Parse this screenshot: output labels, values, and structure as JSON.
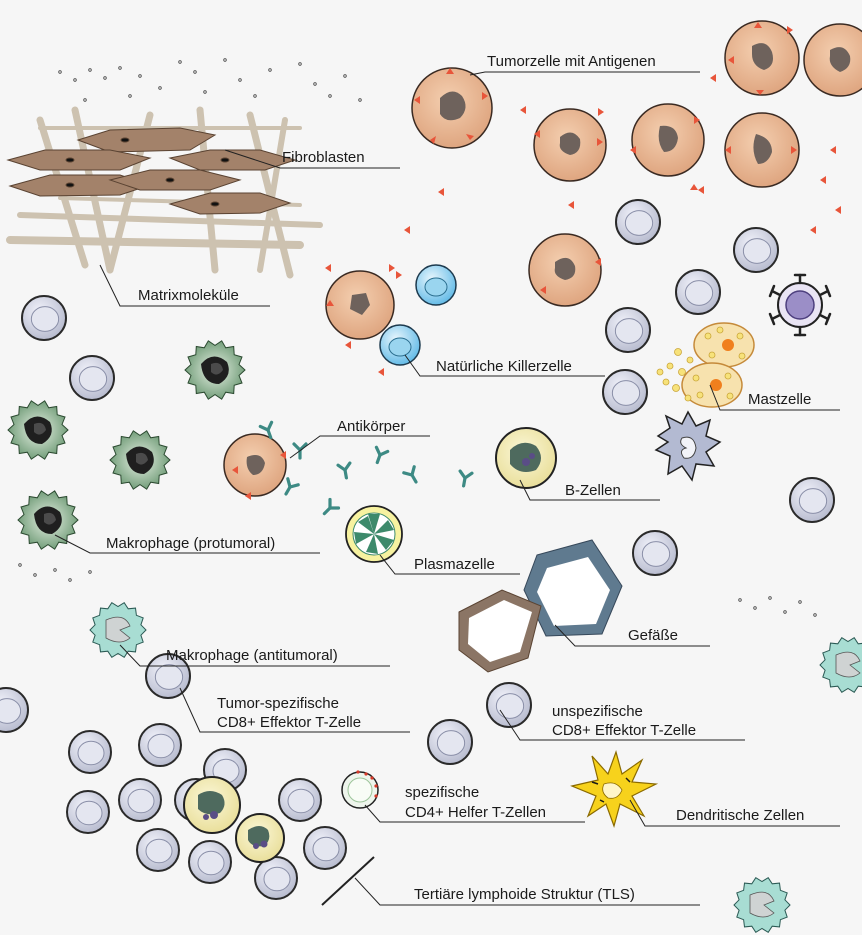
{
  "labels": {
    "tumor_cell": "Tumorzelle mit Antigenen",
    "fibroblasts": "Fibroblasten",
    "matrix": "Matrixmoleküle",
    "nk_cell": "Natürliche Killerzelle",
    "mast_cell": "Mastzelle",
    "antibody": "Antikörper",
    "b_cells": "B-Zellen",
    "macrophage_pro": "Makrophage (protumoral)",
    "plasma_cell": "Plasmazelle",
    "vessels": "Gefäße",
    "macrophage_anti": "Makrophage (antitumoral)",
    "cd8_specific_1": "Tumor-spezifische",
    "cd8_specific_2": "CD8+ Effektor T-Zelle",
    "cd8_unspecific_1": "unspezifische",
    "cd8_unspecific_2": "CD8+ Effektor T-Zelle",
    "cd4_1": "spezifische",
    "cd4_2": "CD4+ Helfer T-Zellen",
    "dendritic": "Dendritische Zellen",
    "tls": "Tertiäre lymphoide Struktur (TLS)"
  },
  "colors": {
    "tumor_fill": "#e8b896",
    "tumor_nucleus": "#6e625c",
    "antigen": "#e8553a",
    "tcell_fill": "#c7cad8",
    "tcell_stroke": "#2a2a2a",
    "macrophage_green": "#5e8f67",
    "macrophage_teal": "#8ed0c4",
    "bcell_fill": "#f2eab4",
    "nk_fill": "#7ec9ec",
    "mast_fill": "#f1d27a",
    "dendritic_fill": "#f7d21c",
    "antibody": "#3d8a84",
    "fiber": "#cdc2b0",
    "fibroblast": "#9c7b5e"
  }
}
